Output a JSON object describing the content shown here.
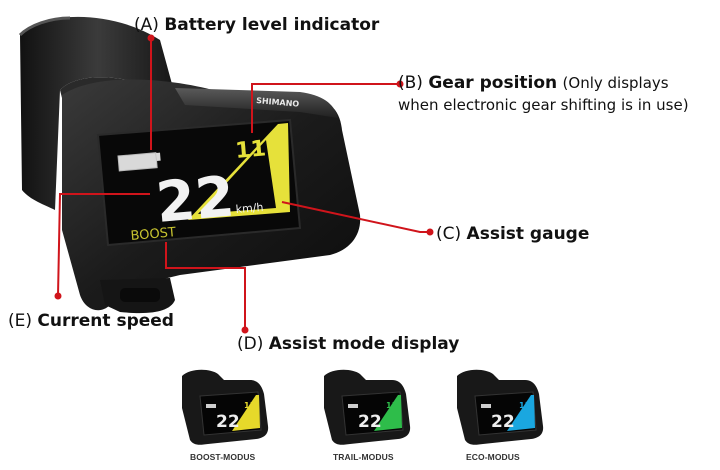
{
  "callouts": {
    "a": {
      "letter": "(A)",
      "title": "Battery level indicator"
    },
    "b": {
      "letter": "(B)",
      "title": "Gear position",
      "note1": "(Only displays",
      "note2": "when electronic gear shifting is in use)"
    },
    "c": {
      "letter": "(C)",
      "title": "Assist gauge"
    },
    "d": {
      "letter": "(D)",
      "title": "Assist mode display"
    },
    "e": {
      "letter": "(E)",
      "title": "Current speed"
    }
  },
  "display": {
    "brand": "SHIMANO",
    "speed": "22",
    "unit": "km/h",
    "gear": "11",
    "mode": "BOOST"
  },
  "modes": [
    {
      "label": "BOOST-MODUS",
      "color": "#e6d92a"
    },
    {
      "label": "TRAIL-MODUS",
      "color": "#2ebd4a"
    },
    {
      "label": "ECO-MODUS",
      "color": "#1aa7e0"
    }
  ],
  "colors": {
    "leader": "#d0141b",
    "assist_yellow": "#e6e13a",
    "mode_text": "#c8c430"
  }
}
